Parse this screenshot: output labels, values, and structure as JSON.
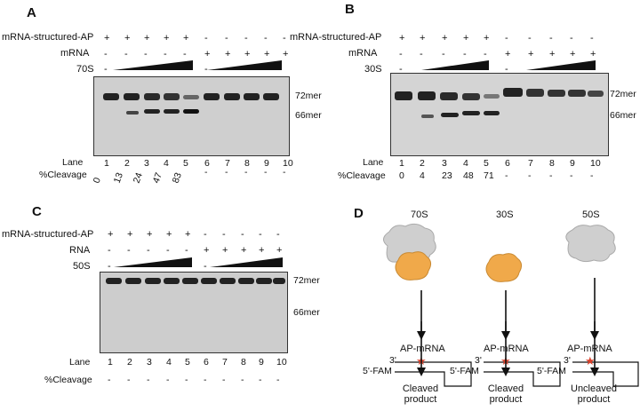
{
  "panels": {
    "A": {
      "label": "A",
      "rows": [
        "mRNA-structured-AP",
        "mRNA",
        "70S"
      ],
      "row1": [
        "+",
        "+",
        "+",
        "+",
        "+",
        "-",
        "-",
        "-",
        "-",
        "-"
      ],
      "row2": [
        "-",
        "-",
        "-",
        "-",
        "-",
        "+",
        "+",
        "+",
        "+",
        "+"
      ],
      "row3_minus": [
        "-",
        "-"
      ],
      "band_top": "72mer",
      "band_bottom": "66mer",
      "lane_title": "Lane",
      "lanes": [
        "1",
        "2",
        "3",
        "4",
        "5",
        "6",
        "7",
        "8",
        "9",
        "10"
      ],
      "cleavage_title": "%Cleavage",
      "cleavage": [
        "0",
        "13",
        "24",
        "47",
        "83",
        "-",
        "-",
        "-",
        "-",
        "-"
      ]
    },
    "B": {
      "label": "B",
      "rows": [
        "mRNA-structured-AP",
        "mRNA",
        "30S"
      ],
      "row1": [
        "+",
        "+",
        "+",
        "+",
        "+",
        "-",
        "-",
        "-",
        "-",
        "-"
      ],
      "row2": [
        "-",
        "-",
        "-",
        "-",
        "-",
        "+",
        "+",
        "+",
        "+",
        "+"
      ],
      "row3_minus": [
        "-",
        "-"
      ],
      "band_top": "72mer",
      "band_bottom": "66mer",
      "lane_title": "Lane",
      "lanes": [
        "1",
        "2",
        "3",
        "4",
        "5",
        "6",
        "7",
        "8",
        "9",
        "10"
      ],
      "cleavage_title": "%Cleavage",
      "cleavage": [
        "0",
        "4",
        "23",
        "48",
        "71",
        "-",
        "-",
        "-",
        "-",
        "-"
      ]
    },
    "C": {
      "label": "C",
      "rows": [
        "mRNA-structured-AP",
        "RNA",
        "50S"
      ],
      "row1": [
        "+",
        "+",
        "+",
        "+",
        "+",
        "-",
        "-",
        "-",
        "-",
        "-"
      ],
      "row2": [
        "-",
        "-",
        "-",
        "-",
        "-",
        "+",
        "+",
        "+",
        "+",
        "+"
      ],
      "row3_minus": [
        "-",
        "-"
      ],
      "band_top": "72mer",
      "band_bottom": "66mer",
      "lane_title": "Lane",
      "lanes": [
        "1",
        "2",
        "3",
        "4",
        "5",
        "6",
        "7",
        "8",
        "9",
        "10"
      ],
      "cleavage_title": "%Cleavage",
      "cleavage": [
        "-",
        "-",
        "-",
        "-",
        "-",
        "-",
        "-",
        "-",
        "-",
        "-"
      ]
    },
    "D": {
      "label": "D",
      "columns": [
        {
          "title": "70S",
          "substrate": "AP-mRNA",
          "end3": "3'",
          "end5": "5'-FAM",
          "result": "Cleaved",
          "result2": "product"
        },
        {
          "title": "30S",
          "substrate": "AP-mRNA",
          "end3": "3'",
          "end5": "5'-FAM",
          "result": "Cleaved",
          "result2": "product"
        },
        {
          "title": "50S",
          "substrate": "AP-mRNA",
          "end3": "3'",
          "end5": "5'-FAM",
          "result": "Uncleaved",
          "result2": "product"
        }
      ],
      "colors": {
        "large_subunit": "#cfcfcf",
        "small_subunit": "#f0a94a",
        "ap_site": "#d9402a"
      }
    }
  }
}
